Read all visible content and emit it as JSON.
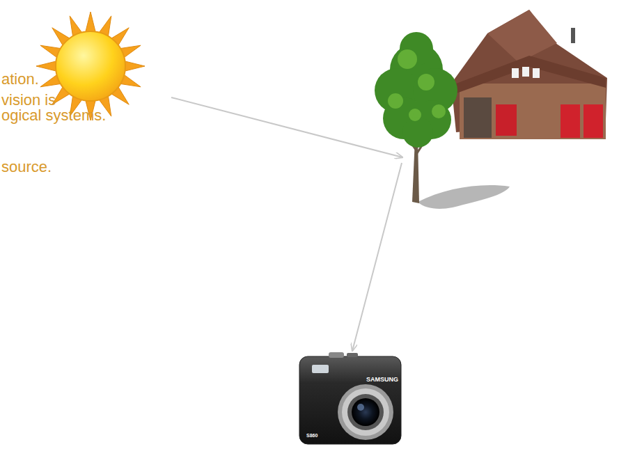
{
  "diagram": {
    "labels": [
      "ation.",
      "vision is",
      "ogical systems.",
      "source.",
      "SAMSUNG",
      "S860"
    ]
  }
}
